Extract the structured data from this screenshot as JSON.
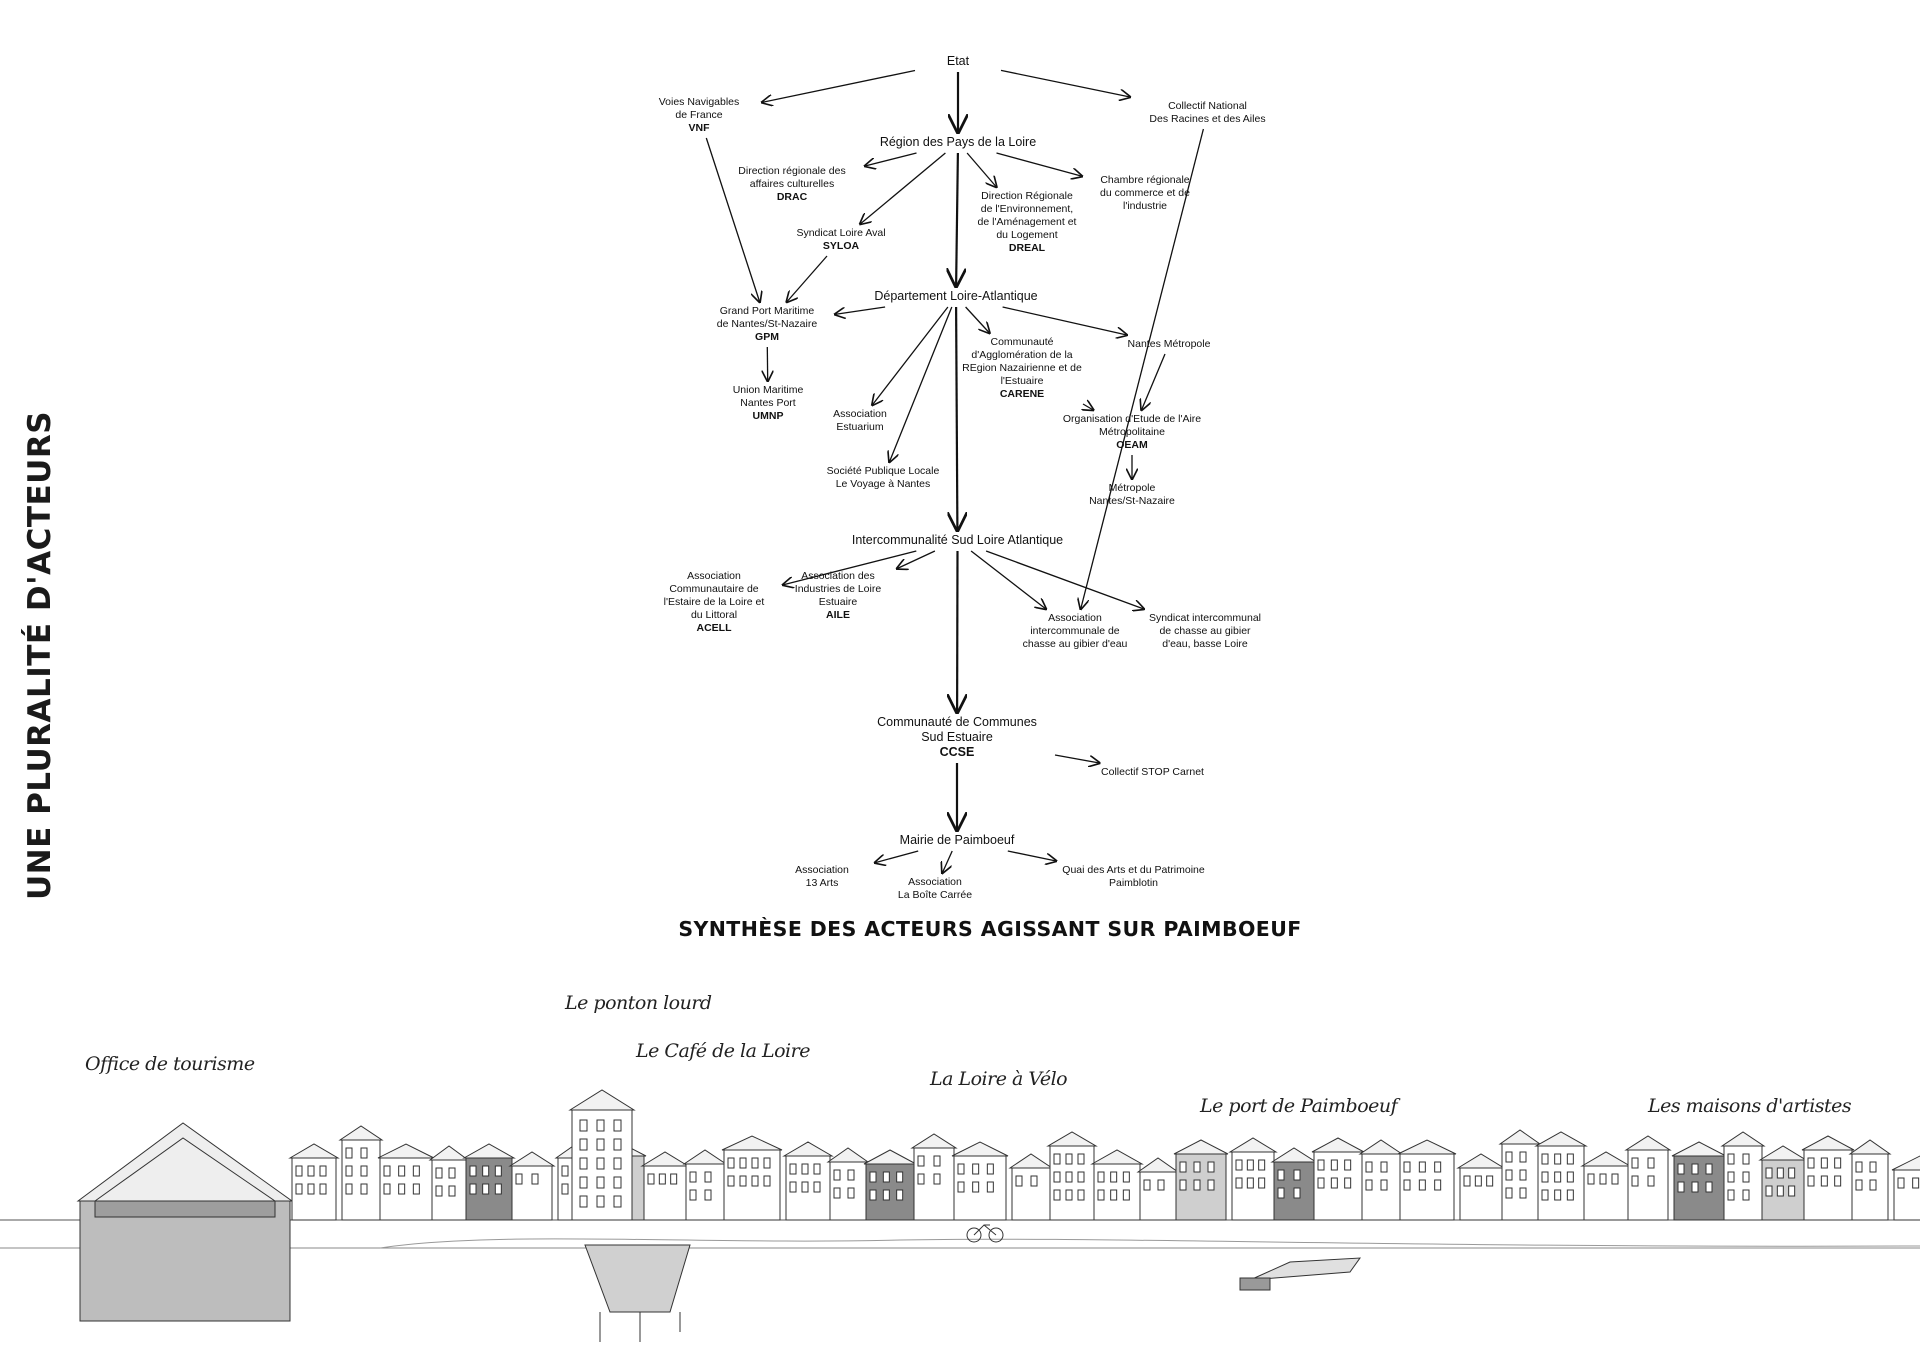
{
  "side_title": "UNE PLURALITÉ D'ACTEURS",
  "section_title": "SYNTHÈSE DES ACTEURS AGISSANT SUR PAIMBOEUF",
  "nodes": {
    "etat": {
      "name": "Etat",
      "acronym": ""
    },
    "vnf": {
      "name": "Voies Navigables\nde France",
      "acronym": "VNF"
    },
    "collectif_national": {
      "name": "Collectif National\nDes Racines et des Ailes",
      "acronym": ""
    },
    "region": {
      "name": "Région des Pays de la Loire",
      "acronym": ""
    },
    "drac": {
      "name": "Direction régionale des\naffaires culturelles",
      "acronym": "DRAC"
    },
    "dreal": {
      "name": "Direction Régionale\nde l'Environnement,\nde l'Aménagement et\ndu Logement",
      "acronym": "DREAL"
    },
    "chambre": {
      "name": "Chambre régionale\ndu commerce et de\nl'industrie",
      "acronym": ""
    },
    "syloa": {
      "name": "Syndicat Loire Aval",
      "acronym": "SYLOA"
    },
    "departement": {
      "name": "Département Loire-Atlantique",
      "acronym": ""
    },
    "gpm": {
      "name": "Grand Port Maritime\nde Nantes/St-Nazaire",
      "acronym": "GPM"
    },
    "umnp": {
      "name": "Union Maritime\nNantes Port",
      "acronym": "UMNP"
    },
    "estuarium": {
      "name": "Association\nEstuarium",
      "acronym": ""
    },
    "spl": {
      "name": "Société Publique Locale\nLe Voyage à Nantes",
      "acronym": ""
    },
    "carene": {
      "name": "Communauté\nd'Agglomération de la\nREgion Nazairienne et de\nl'Estuaire",
      "acronym": "CARENE"
    },
    "nantes_metropole": {
      "name": "Nantes Métropole",
      "acronym": ""
    },
    "oeam": {
      "name": "Organisation d'Etude de l'Aire\nMétropolitaine",
      "acronym": "OEAM"
    },
    "metropole": {
      "name": "Métropole\nNantes/St-Nazaire",
      "acronym": ""
    },
    "intercommunalite": {
      "name": "Intercommunalité Sud Loire Atlantique",
      "acronym": ""
    },
    "acell": {
      "name": "Association\nCommunautaire de\nl'Estaire de la Loire et\ndu Littoral",
      "acronym": "ACELL"
    },
    "aile": {
      "name": "Association des\nIndustries de Loire\nEstuaire",
      "acronym": "AILE"
    },
    "assoc_chasse": {
      "name": "Association\nintercommunale de\nchasse au gibier d'eau",
      "acronym": ""
    },
    "syndicat_chasse": {
      "name": "Syndicat intercommunal\nde chasse au gibier\nd'eau, basse Loire",
      "acronym": ""
    },
    "ccse": {
      "name": "Communauté de Communes\nSud Estuaire",
      "acronym": "CCSE"
    },
    "stop_carnet": {
      "name": "Collectif STOP Carnet",
      "acronym": ""
    },
    "mairie": {
      "name": "Mairie de Paimboeuf",
      "acronym": ""
    },
    "arts13": {
      "name": "Association\n13 Arts",
      "acronym": ""
    },
    "boite": {
      "name": "Association\nLa Boîte Carrée",
      "acronym": ""
    },
    "quai": {
      "name": "Quai des Arts et du Patrimoine\nPaimblotin",
      "acronym": ""
    }
  },
  "relations": [
    [
      "etat",
      "vnf"
    ],
    [
      "etat",
      "region"
    ],
    [
      "etat",
      "collectif_national"
    ],
    [
      "vnf",
      "gpm"
    ],
    [
      "region",
      "drac"
    ],
    [
      "region",
      "syloa"
    ],
    [
      "region",
      "dreal"
    ],
    [
      "region",
      "chambre"
    ],
    [
      "region",
      "departement"
    ],
    [
      "syloa",
      "gpm"
    ],
    [
      "departement",
      "gpm"
    ],
    [
      "departement",
      "estuarium"
    ],
    [
      "departement",
      "spl"
    ],
    [
      "departement",
      "carene"
    ],
    [
      "departement",
      "nantes_metropole"
    ],
    [
      "departement",
      "intercommunalite"
    ],
    [
      "gpm",
      "umnp"
    ],
    [
      "nantes_metropole",
      "oeam"
    ],
    [
      "carene",
      "oeam"
    ],
    [
      "oeam",
      "metropole"
    ],
    [
      "collectif_national",
      "assoc_chasse"
    ],
    [
      "intercommunalite",
      "acell"
    ],
    [
      "intercommunalite",
      "aile"
    ],
    [
      "intercommunalite",
      "assoc_chasse"
    ],
    [
      "intercommunalite",
      "syndicat_chasse"
    ],
    [
      "intercommunalite",
      "ccse"
    ],
    [
      "ccse",
      "stop_carnet"
    ],
    [
      "ccse",
      "mairie"
    ],
    [
      "mairie",
      "arts13"
    ],
    [
      "mairie",
      "boite"
    ],
    [
      "mairie",
      "quai"
    ]
  ],
  "illustration_labels": {
    "office": "Office de tourisme",
    "ponton": "Le ponton lourd",
    "cafe": "Le Café de la Loire",
    "velo": "La Loire à Vélo",
    "port": "Le port de Paimboeuf",
    "artistes": "Les maisons d'artistes"
  }
}
